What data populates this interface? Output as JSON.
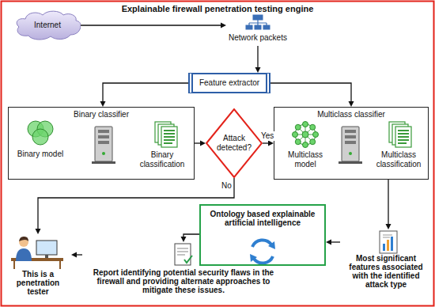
{
  "diagram": {
    "title": "Explainable firewall penetration testing engine",
    "nodes": [
      {
        "text": [
          "Internet"
        ]
      },
      {
        "text": [
          "Network packets"
        ]
      },
      {
        "text": [
          "Feature extractor"
        ]
      },
      {
        "text": [
          "Binary classifier"
        ]
      },
      {
        "text": [
          "Binary model"
        ],
        "in": 3
      },
      {
        "text": [
          "Binary classification"
        ],
        "in": 3
      },
      {
        "text": [
          "Attack detected?"
        ]
      },
      {
        "text": [
          "Multiclass classifier"
        ]
      },
      {
        "text": [
          "Multiclass model"
        ],
        "in": 7
      },
      {
        "text": [
          "Multiclass classification"
        ],
        "in": 7
      },
      {
        "text": [
          "Ontology based explainable artificial intelligence"
        ]
      },
      {
        "text": [
          "Most significant features associated with the identified attack type"
        ]
      },
      {
        "text": [
          "Report identifying potential security flaws in the firewall and providing alternate approaches to mitigate these issues."
        ]
      },
      {
        "text": [
          "This is a penetration tester"
        ]
      }
    ],
    "edges": [
      {
        "from": 0,
        "to": 1,
        "arrow": "to"
      },
      {
        "from": 1,
        "to": 2,
        "arrow": "to"
      },
      {
        "from": 2,
        "to": 3,
        "arrow": "to"
      },
      {
        "from": 2,
        "to": 7,
        "arrow": "to"
      },
      {
        "from": 3,
        "to": 6,
        "arrow": "to"
      },
      {
        "from": 6,
        "to": 7,
        "label": "Yes",
        "arrow": "to"
      },
      {
        "from": 6,
        "to": 13,
        "label": "No",
        "arrow": "to"
      },
      {
        "from": 7,
        "to": 11,
        "arrow": "to"
      },
      {
        "from": 11,
        "to": 10,
        "arrow": "to"
      },
      {
        "from": 10,
        "to": 12,
        "arrow": "to"
      },
      {
        "from": 12,
        "to": 13,
        "arrow": "to"
      }
    ]
  }
}
